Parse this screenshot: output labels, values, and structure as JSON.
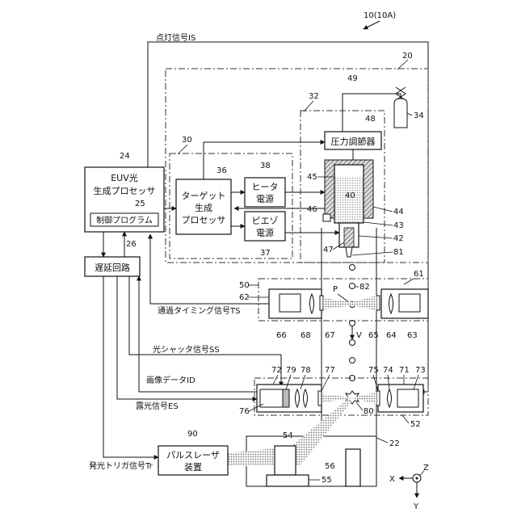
{
  "figure_ref": "10(10A)",
  "signals": {
    "lighting": "点灯信号IS",
    "passage_timing": "通過タイミング信号TS",
    "shutter": "光シャッタ信号SS",
    "image_data": "画像データID",
    "exposure": "露光信号ES",
    "emission_trigger": "発光トリガ信号Tr"
  },
  "blocks": {
    "euv_processor_line1": "EUV光",
    "euv_processor_line2": "生成プロセッサ",
    "control_program": "制御プログラム",
    "delay_circuit": "遅延回路",
    "target_processor_line1": "ターゲット",
    "target_processor_line2": "生成",
    "target_processor_line3": "プロセッサ",
    "heater_line1": "ヒータ",
    "heater_line2": "電源",
    "piezo_line1": "ピエゾ",
    "piezo_line2": "電源",
    "pressure_regulator": "圧力調節器",
    "pulse_laser_line1": "パルスレーザ",
    "pulse_laser_line2": "装置"
  },
  "numbers": {
    "n20": "20",
    "n22": "22",
    "n24": "24",
    "n25": "25",
    "n26": "26",
    "n30": "30",
    "n32": "32",
    "n34": "34",
    "n36": "36",
    "n37": "37",
    "n38": "38",
    "n40": "40",
    "n42": "42",
    "n43": "43",
    "n44": "44",
    "n45": "45",
    "n46": "46",
    "n47": "47",
    "n48": "48",
    "n49": "49",
    "n50": "50",
    "n52": "52",
    "n54": "54",
    "n55": "55",
    "n56": "56",
    "n61": "61",
    "n62": "62",
    "n63": "63",
    "n64": "64",
    "n65": "65",
    "n66": "66",
    "n67": "67",
    "n68": "68",
    "n71": "71",
    "n72": "72",
    "n73": "73",
    "n74": "74",
    "n75": "75",
    "n76": "76",
    "n77": "77",
    "n78": "78",
    "n79": "79",
    "n80": "80",
    "n81": "81",
    "n82": "82",
    "n90": "90",
    "P": "P",
    "V": "V"
  },
  "axes": {
    "x": "X",
    "y": "Y",
    "z": "Z"
  }
}
